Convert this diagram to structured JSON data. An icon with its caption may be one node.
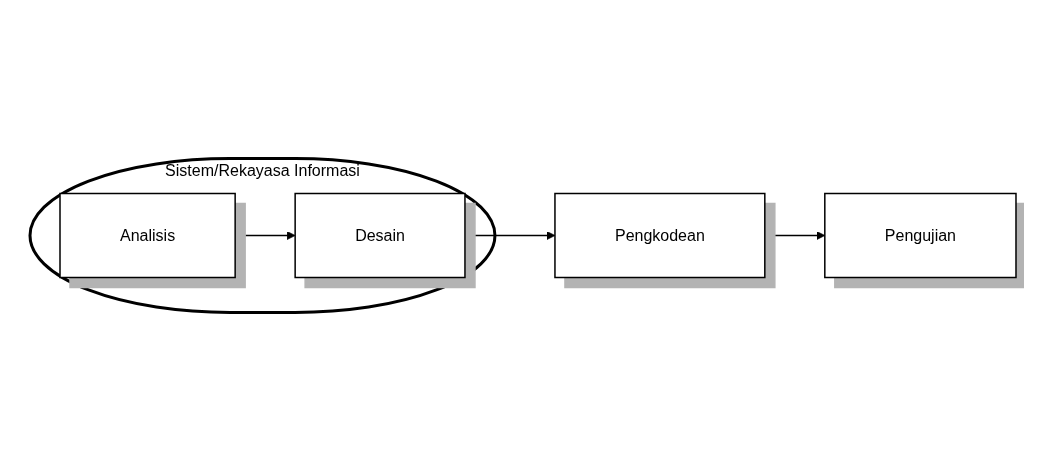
{
  "diagram": {
    "nodes": [
      {
        "text": [
          "Sistem/Rekayasa Informasi"
        ]
      },
      {
        "text": [
          "Analisis"
        ],
        "in": 0
      },
      {
        "text": [
          "Desain"
        ],
        "in": 0
      },
      {
        "text": [
          "Pengkodean"
        ]
      },
      {
        "text": [
          "Pengujian"
        ]
      }
    ],
    "edges": [
      {
        "from": 1,
        "to": 2,
        "arrow": "to"
      },
      {
        "from": 2,
        "to": 3,
        "arrow": "to"
      },
      {
        "from": 3,
        "to": 4,
        "arrow": "to"
      }
    ]
  }
}
